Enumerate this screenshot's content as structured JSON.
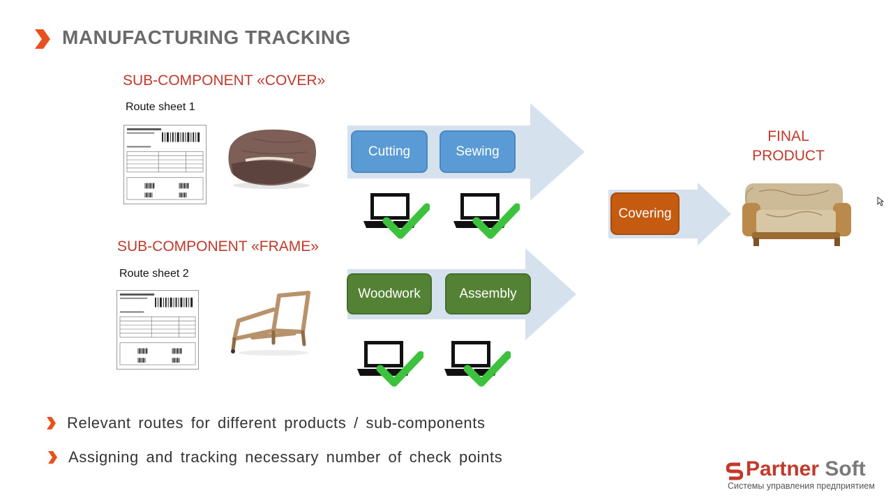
{
  "page": {
    "title": "MANUFACTURING TRACKING"
  },
  "cover": {
    "heading": "SUB-COMPONENT «COVER»",
    "route_sheet": "Route sheet 1",
    "steps": [
      "Cutting",
      "Sewing"
    ]
  },
  "frame": {
    "heading": "SUB-COMPONENT «FRAME»",
    "route_sheet": "Route sheet 2",
    "steps": [
      "Woodwork",
      "Assembly"
    ]
  },
  "final": {
    "step": "Covering",
    "label_line1": "FINAL",
    "label_line2": "PRODUCT"
  },
  "bullets": [
    "Relevant routes for different products / sub-components",
    "Assigning and tracking necessary number of check points"
  ],
  "logo": {
    "brand_part1": "Partner",
    "brand_part2": "Soft",
    "tagline": "Системы управления предприятием"
  },
  "colors": {
    "accent_red": "#c0392b",
    "step_blue": "#5b9bd5",
    "step_green": "#548235",
    "step_orange": "#c55a11",
    "arrow": "#d6e1ee",
    "check_green": "#3cc23c"
  },
  "icons": {
    "title_marker": "chevron-right-icon",
    "checkpoint": "laptop-check-icon"
  }
}
